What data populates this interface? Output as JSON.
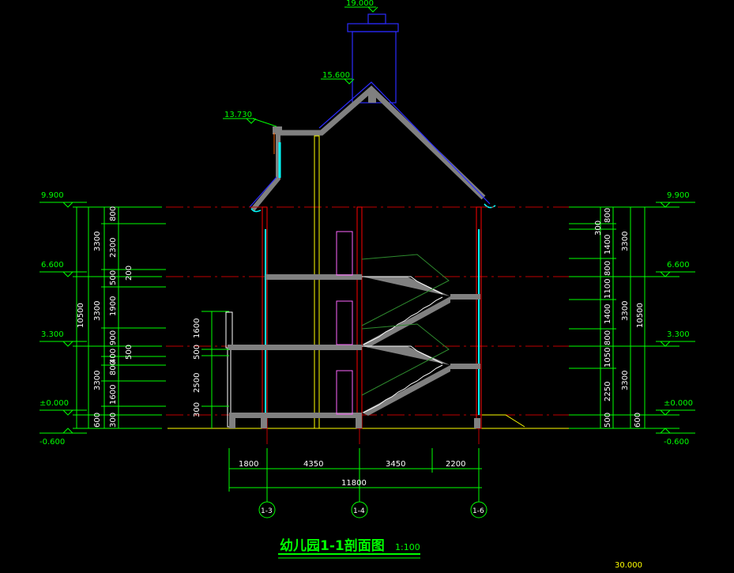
{
  "title": "幼儿园1-1剖面图",
  "scale": "1:100",
  "corner_value": "30.000",
  "elevations_left": [
    "9.900",
    "6.600",
    "3.300",
    "±0.000",
    "-0.600"
  ],
  "elevations_right": [
    "9.900",
    "6.600",
    "3.300",
    "±0.000",
    "-0.600"
  ],
  "elevations_top": [
    "19.000",
    "15.600",
    "13.730"
  ],
  "left_dims_outer": [
    "600",
    "3300",
    "3300",
    "3300"
  ],
  "left_total": "10500",
  "left_dims_inner": [
    "300",
    "1600",
    "800",
    "400",
    "900",
    "1900",
    "500",
    "2300",
    "800"
  ],
  "left_mid_dims": [
    "500",
    "200"
  ],
  "left_small_dims": [
    "300",
    "2500",
    "500",
    "1600"
  ],
  "right_dims_outer": [
    "600",
    "3300",
    "3300",
    "3300"
  ],
  "right_total": "10500",
  "right_dims_inner": [
    "500",
    "2250",
    "1050",
    "800",
    "1400",
    "1100",
    "800",
    "1400",
    "300",
    "800"
  ],
  "bottom_dims": [
    "1800",
    "4350",
    "3450",
    "2200"
  ],
  "bottom_total": "11800",
  "axes": [
    "1-3",
    "1-4",
    "1-6"
  ]
}
